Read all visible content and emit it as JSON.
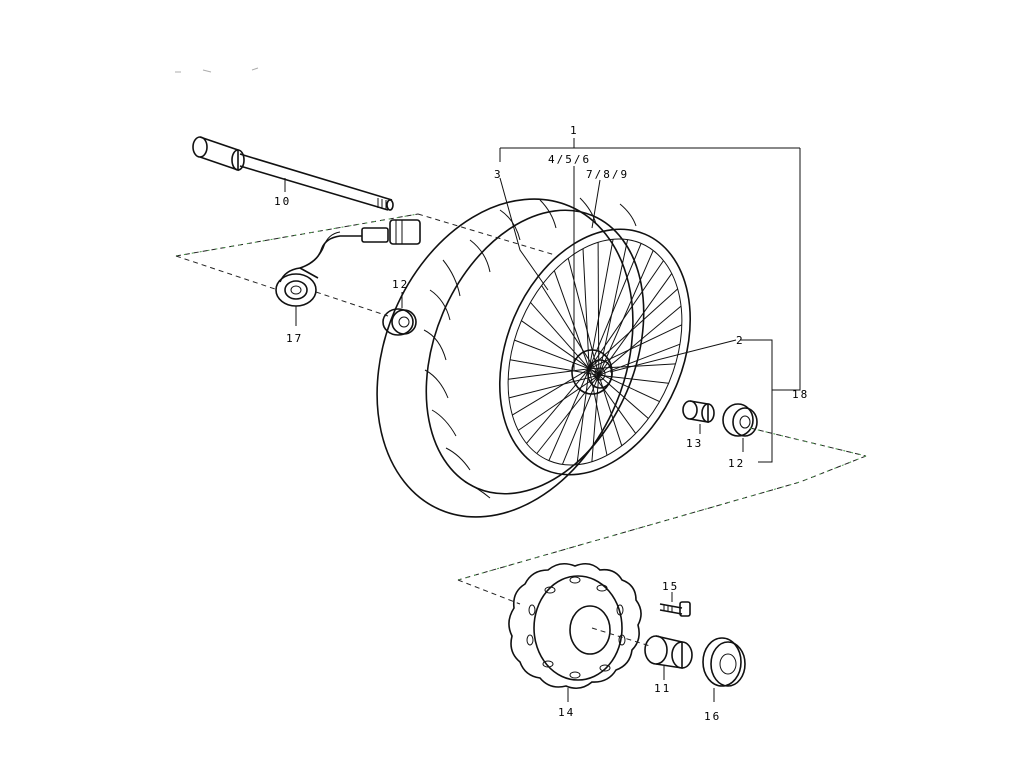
{
  "callouts": {
    "c1": "1",
    "c2": "2",
    "c3": "3",
    "c4": "4/5/6",
    "c7": "7/8/9",
    "c10": "10",
    "c11": "11",
    "c12a": "12",
    "c12b": "12",
    "c13": "13",
    "c14": "14",
    "c15": "15",
    "c16": "16",
    "c17": "17",
    "c18": "18"
  },
  "colors": {
    "line": "#111111",
    "dash_accent": "#4a9a4a",
    "background": "#ffffff"
  }
}
